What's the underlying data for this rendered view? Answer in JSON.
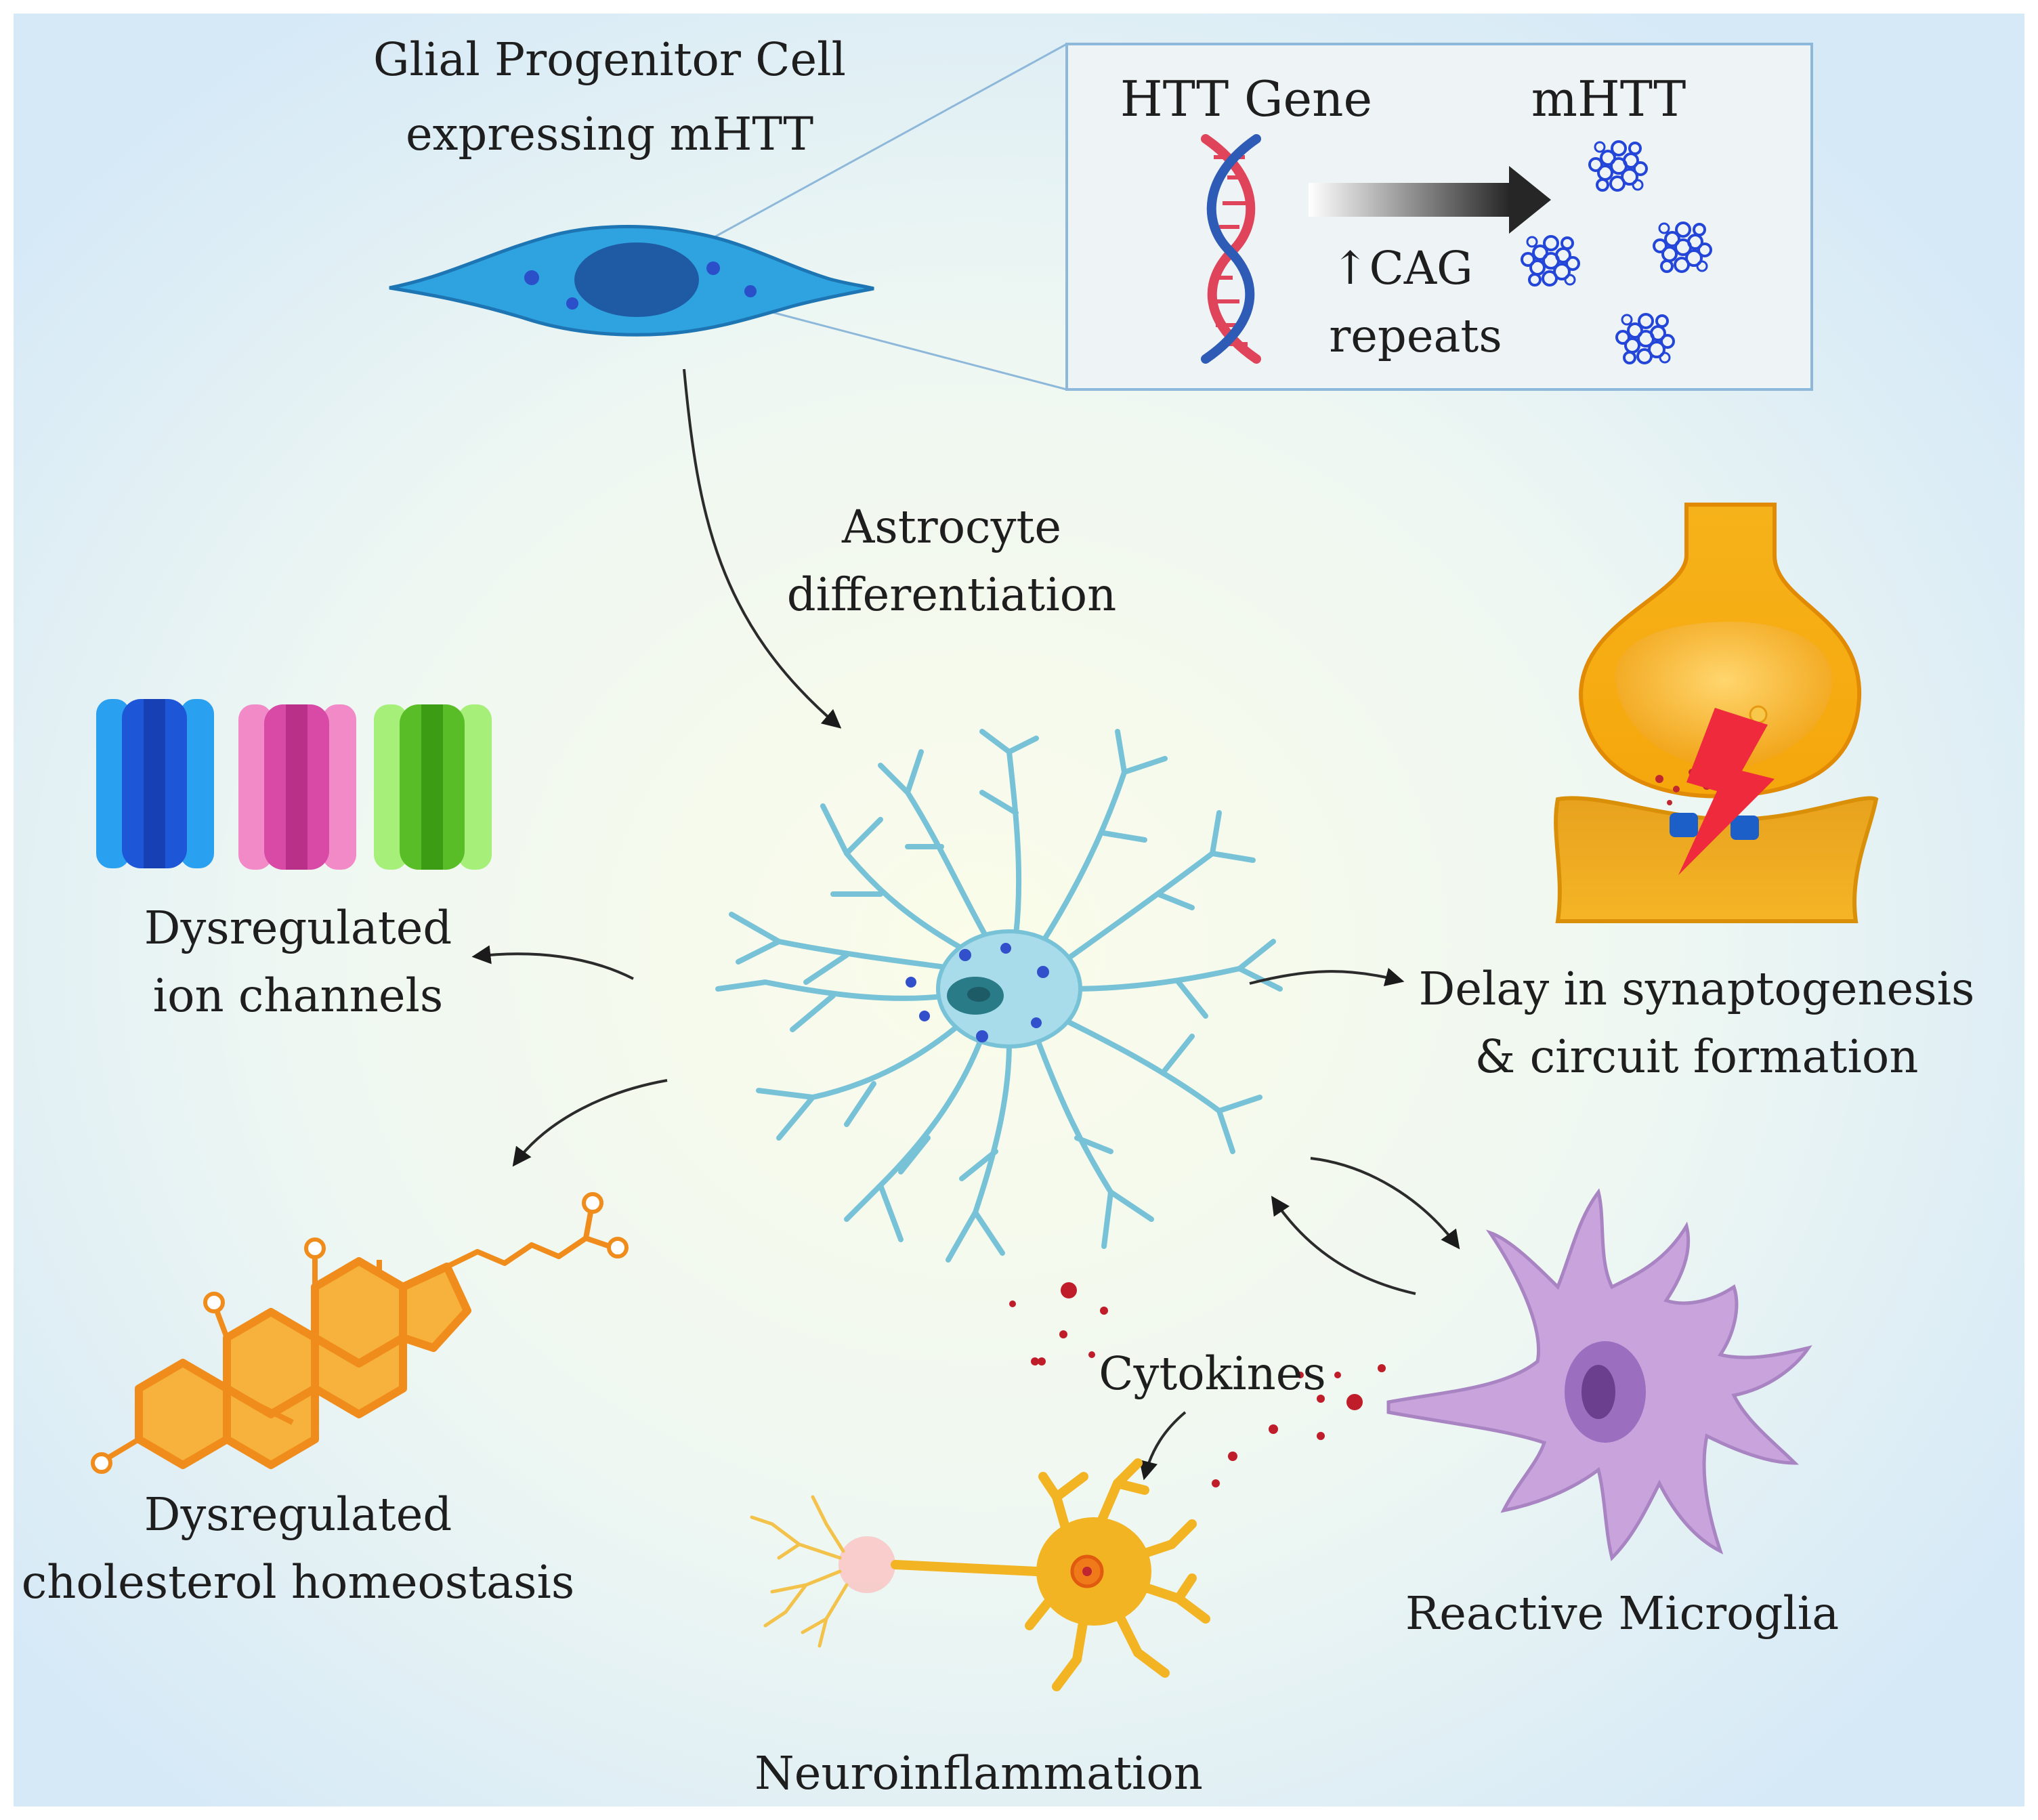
{
  "labels": {
    "glial_line1": "Glial Progenitor Cell",
    "glial_line2": "expressing mHTT",
    "htt_gene": "HTT Gene",
    "mhtt": "mHTT",
    "cag_line1": "↑CAG",
    "cag_line2": "repeats",
    "astro_line1": "Astrocyte",
    "astro_line2": "differentiation",
    "ion_line1": "Dysregulated",
    "ion_line2": "ion channels",
    "synapse_line1": "Delay in synaptogenesis",
    "synapse_line2": "& circuit formation",
    "chol_line1": "Dysregulated",
    "chol_line2": "cholesterol homeostasis",
    "cytokines": "Cytokines",
    "microglia": "Reactive Microglia",
    "neuroinflammation": "Neuroinflammation"
  },
  "colors": {
    "glial_cell": "#2fa3df",
    "astrocyte": "#a8dcea",
    "microglia": "#c9a3dc",
    "neuron": "#f3b424",
    "synapse": "#f0a414",
    "cholesterol": "#f08c1c",
    "cytokine": "#c01d2a",
    "dna_red": "#e0445a",
    "dna_blue": "#2d5bb5",
    "aggregate": "#2446d8",
    "channel_blue": "#1e6fe0",
    "channel_pink": "#e66bb8",
    "channel_green": "#6fcf35"
  },
  "icons": [
    "glial-progenitor-cell-icon",
    "dna-helix-icon",
    "mhtt-aggregate-icon",
    "astrocyte-icon",
    "ion-channel-icon",
    "synapse-icon",
    "cholesterol-molecule-icon",
    "microglia-icon",
    "neuron-icon"
  ]
}
